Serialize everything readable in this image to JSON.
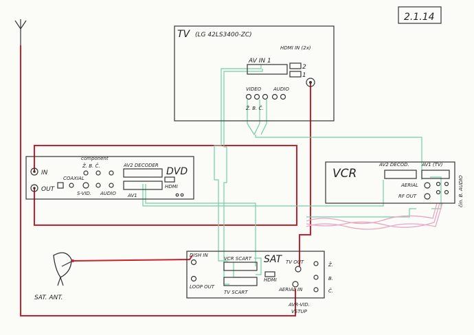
{
  "date": "2.1.14",
  "tv": {
    "title": "TV",
    "model": "(LG 42LS3400-ZC)",
    "hdmi_in": "HDMI IN (2x)",
    "av_in": "AV IN 1",
    "hdmi2": "2",
    "hdmi1": "1",
    "video": "VIDEO",
    "audio": "AUDIO",
    "rca": "Ž.  B.  Č."
  },
  "dvd": {
    "title": "DVD",
    "in": "IN",
    "out": "OUT",
    "component": "component",
    "comp_labels": "Ž.  B.  Č.",
    "coaxial": "COAXIAL",
    "svid": "S-VID.",
    "audio": "AUDIO",
    "av2": "AV2 DECODER",
    "av1": "AV1",
    "hdmi": "HDMI"
  },
  "vcr": {
    "title": "VCR",
    "av2": "AV2 DECOD.",
    "av1": "AV1 (TV)",
    "aerial": "AERIAL",
    "rf_out": "RF OUT",
    "side": "čin. B. AUDIO"
  },
  "sat": {
    "title": "SAT",
    "dish_in": "DISH IN",
    "loop_out": "LOOP OUT",
    "vcr_scart": "VCR SCART",
    "tv_scart": "TV SCART",
    "hdmi": "HDMI",
    "tv_out": "TV OUT",
    "aerial_in": "AERIAL IN",
    "rca_z": "Ž.",
    "rca_b": "B.",
    "rca_c": "Č.",
    "avr_vid": "AVR-VID.",
    "vstup": "VSTUP"
  },
  "antenna": {
    "label": "SAT. ANT."
  },
  "colors": {
    "red": "#cc1f2e",
    "green": "#6fd0a8",
    "pink": "#e8a6c4",
    "ink": "#333333"
  }
}
